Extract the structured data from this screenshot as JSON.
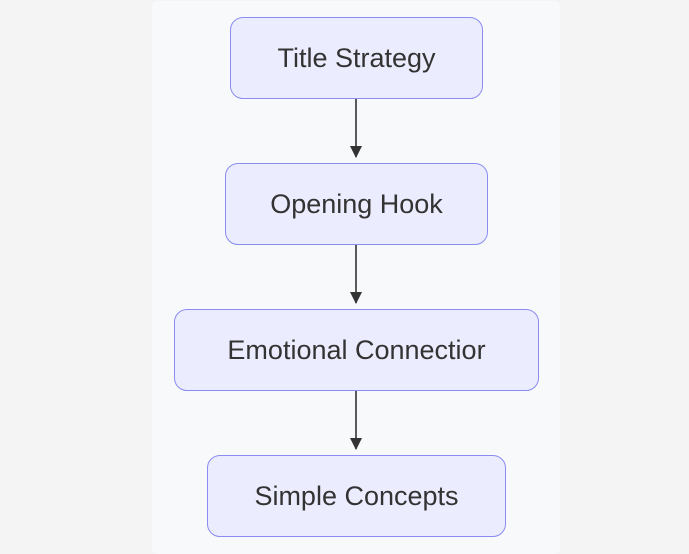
{
  "diagram": {
    "nodes": [
      {
        "id": "title-strategy",
        "label": "Title Strategy"
      },
      {
        "id": "opening-hook",
        "label": "Opening Hook"
      },
      {
        "id": "emotional-connection",
        "label": "Emotional Connectior"
      },
      {
        "id": "simple-concepts",
        "label": "Simple Concepts"
      }
    ],
    "edges": [
      {
        "from": "title-strategy",
        "to": "opening-hook"
      },
      {
        "from": "opening-hook",
        "to": "emotional-connection"
      },
      {
        "from": "emotional-connection",
        "to": "simple-concepts"
      }
    ]
  },
  "colors": {
    "page_background": "#f4f4f4",
    "panel_background": "#f8f9fb",
    "node_fill": "#ececff",
    "node_border": "#8a8cf0",
    "node_text": "#333333",
    "edge": "#333333"
  }
}
